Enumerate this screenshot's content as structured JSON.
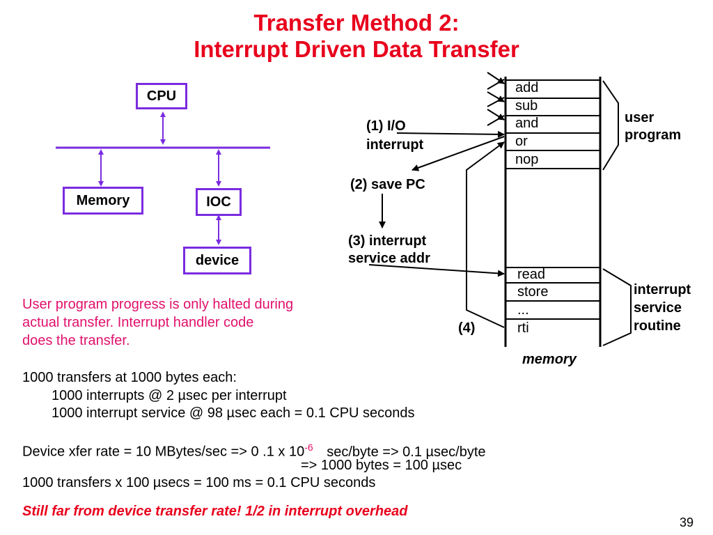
{
  "title": {
    "line1": "Transfer Method 2:",
    "line2": "Interrupt Driven Data Transfer"
  },
  "diagram": {
    "cpu": "CPU",
    "memory_box": "Memory",
    "ioc": "IOC",
    "device": "device"
  },
  "memory_column": {
    "user_program_cells": [
      "add",
      "sub",
      "and",
      "or",
      "nop"
    ],
    "isr_cells": [
      "read",
      "store",
      "...",
      "rti"
    ],
    "caption": "memory",
    "user_program_label": [
      "user",
      "program"
    ],
    "isr_label": [
      "interrupt",
      "service",
      "routine"
    ]
  },
  "steps": {
    "step1": [
      "(1) I/O",
      "interrupt"
    ],
    "step2": "(2) save PC",
    "step3": [
      "(3) interrupt",
      "service addr"
    ],
    "step4": "(4)"
  },
  "note": [
    "User program progress is only halted during",
    "actual transfer.  Interrupt handler code",
    "does the transfer."
  ],
  "calc1": [
    "1000 transfers at 1000 bytes each:",
    "1000 interrupts @ 2 µsec per interrupt",
    "1000 interrupt service @ 98 µsec each = 0.1 CPU seconds"
  ],
  "calc2": {
    "line1_a": "Device xfer rate = 10 MBytes/sec => 0 .1 x 10",
    "line1_exp": "-6",
    "line1_b": "sec/byte => 0.1 µsec/byte",
    "line2": "=> 1000 bytes = 100 µsec",
    "line3": "1000 transfers x 100 µsecs = 100 ms = 0.1 CPU seconds"
  },
  "conclusion": "Still far from device transfer rate! 1/2 in interrupt overhead",
  "page_number": "39",
  "colors": {
    "title": "#e8001c",
    "accent_pink": "#e0106b",
    "bus_purple": "#7a2be0",
    "conclusion": "#e8001c"
  }
}
